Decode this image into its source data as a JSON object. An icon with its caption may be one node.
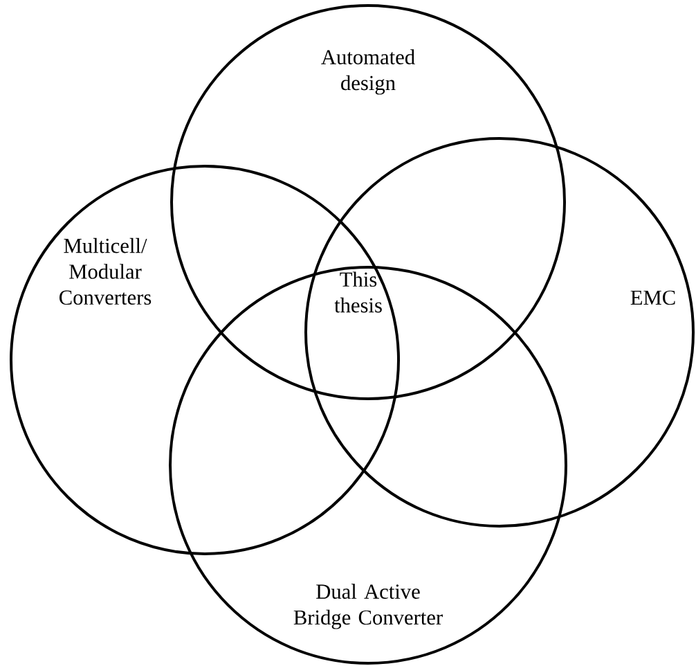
{
  "diagram": {
    "nodes": [
      {
        "text": [
          "Automated design"
        ]
      },
      {
        "text": [
          "Multicell/ Modular Converters"
        ]
      },
      {
        "text": [
          "EMC"
        ]
      },
      {
        "text": [
          "Dual Active Bridge Converter"
        ]
      }
    ],
    "labels": [
      "This thesis"
    ]
  }
}
